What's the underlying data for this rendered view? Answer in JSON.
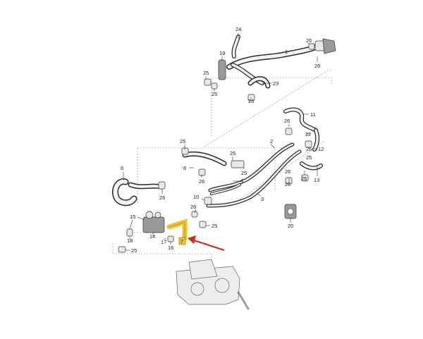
{
  "callouts": {
    "c1": "1",
    "c2": "2",
    "c3": "3",
    "c4": "4",
    "c6": "6",
    "c7": "7",
    "c8": "8",
    "c10": "10",
    "c11": "11",
    "c12": "12",
    "c13": "13",
    "c14": "14",
    "c15": "15",
    "c16": "16",
    "c17": "17",
    "c18": "18",
    "c19": "19",
    "c20": "20",
    "c22": "22",
    "c23": "23",
    "c24": "24",
    "c25": "25",
    "c26": "26"
  },
  "colors": {
    "highlight": "#f2c230",
    "arrow": "#d9261c",
    "line": "#2a2a2a"
  }
}
